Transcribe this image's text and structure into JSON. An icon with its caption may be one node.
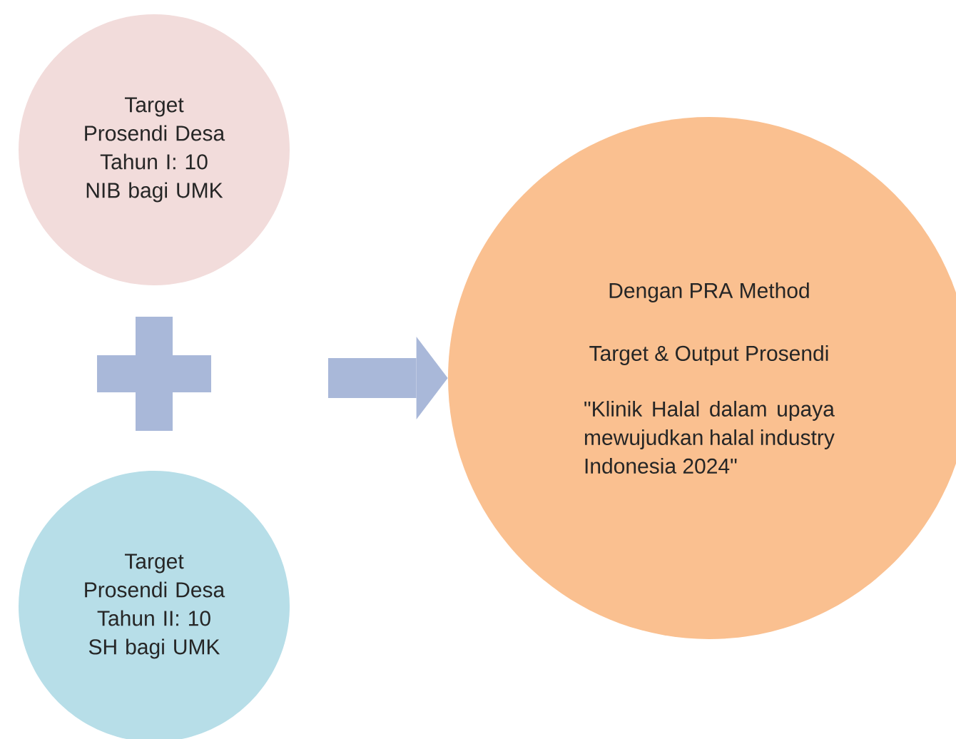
{
  "diagram": {
    "nodes": [
      {
        "text": [
          "Target Prosendi Desa Tahun I: 10 NIB bagi UMK"
        ]
      },
      {
        "text": [
          "Target Prosendi Desa Tahun II: 10 SH bagi UMK"
        ]
      },
      {
        "text": [
          "Dengan PRA Method",
          "Target & Output Prosendi",
          "\"Klinik Halal dalam upaya mewujudkan halal industry Indonesia 2024\""
        ]
      },
      {
        "text": [],
        "shape": "cross"
      }
    ],
    "edges": [
      {
        "from": null,
        "to": 2,
        "arrow": "to"
      }
    ]
  }
}
